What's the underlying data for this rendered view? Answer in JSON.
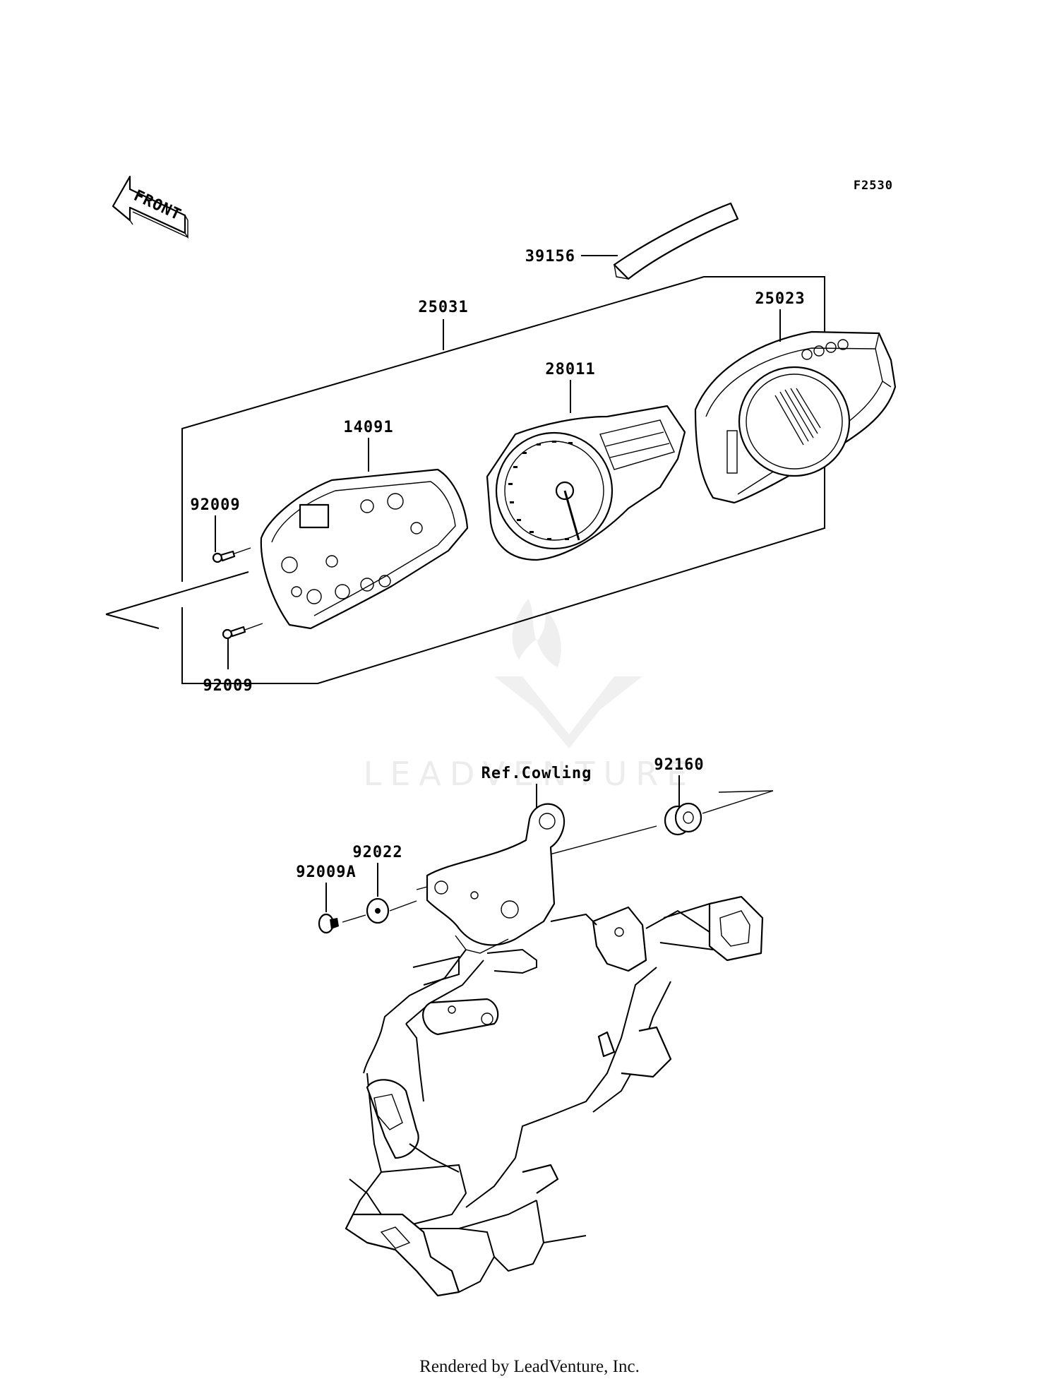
{
  "diagram": {
    "figure_code": "F2530",
    "front_indicator": "FRONT",
    "callouts": {
      "c39156": "39156",
      "c25031": "25031",
      "c25023": "25023",
      "c28011": "28011",
      "c14091": "14091",
      "c92009_top": "92009",
      "c92009_bottom": "92009",
      "c_ref_cowling": "Ref.Cowling",
      "c92160": "92160",
      "c92022": "92022",
      "c92009A": "92009A"
    },
    "watermark": "LEADVENTURE",
    "footer": "Rendered by LeadVenture, Inc.",
    "icons": [
      "front-arrow-icon",
      "leadventure-logo-icon"
    ]
  }
}
